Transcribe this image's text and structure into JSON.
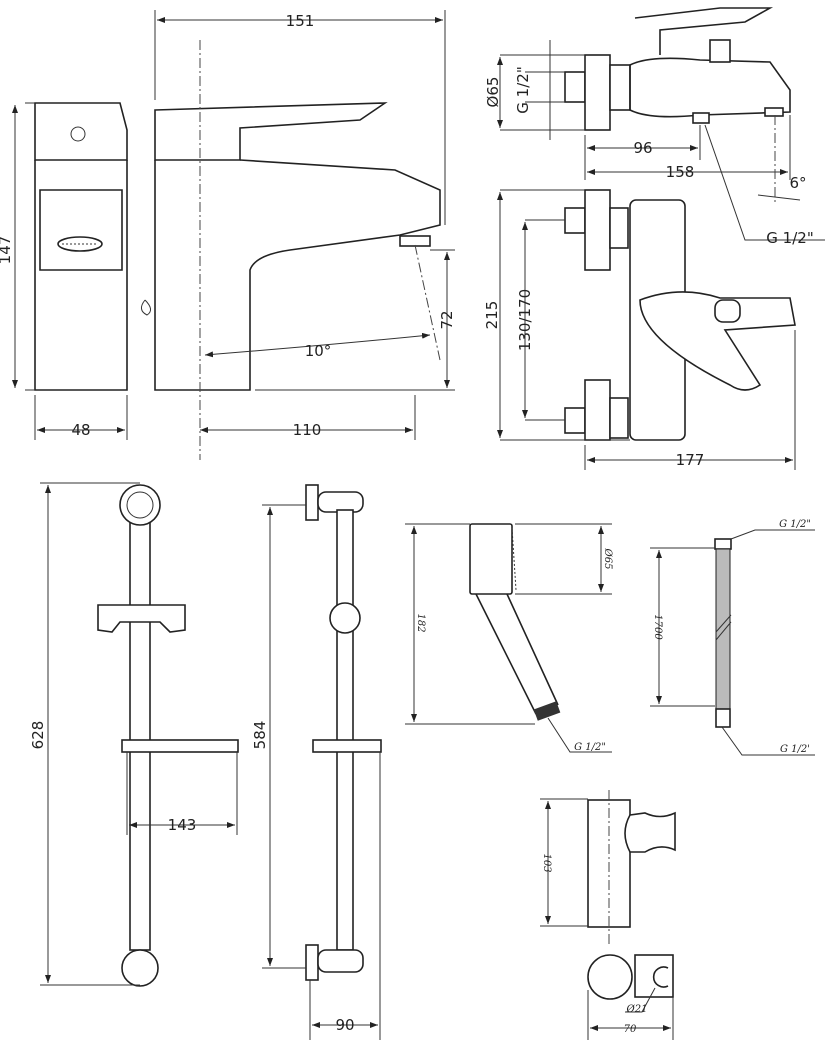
{
  "basin_mixer": {
    "width_total": "151",
    "height": "147",
    "body_width": "48",
    "spout_reach": "110",
    "spout_height": "72",
    "spout_angle": "10°"
  },
  "bath_mixer": {
    "flange_diameter": "Ø65",
    "inlet_thread": "G 1/2\"",
    "depth_to_outlet": "96",
    "total_depth": "158",
    "outlet_angle": "6°",
    "outlet_thread": "G 1/2\"",
    "height": "215",
    "center_distance": "130/170",
    "width": "177"
  },
  "slide_rail_front": {
    "length": "628",
    "soap_dish_width": "143"
  },
  "slide_rail_side": {
    "length": "584",
    "depth": "90"
  },
  "hand_shower": {
    "length": "182",
    "head_diameter": "Ø65",
    "thread": "G 1/2\""
  },
  "hose": {
    "length": "1700",
    "top_thread": "G 1/2\"",
    "bottom_thread": "G 1/2'"
  },
  "wall_holder": {
    "height": "103",
    "bore_diameter": "Ø21",
    "width": "70"
  }
}
